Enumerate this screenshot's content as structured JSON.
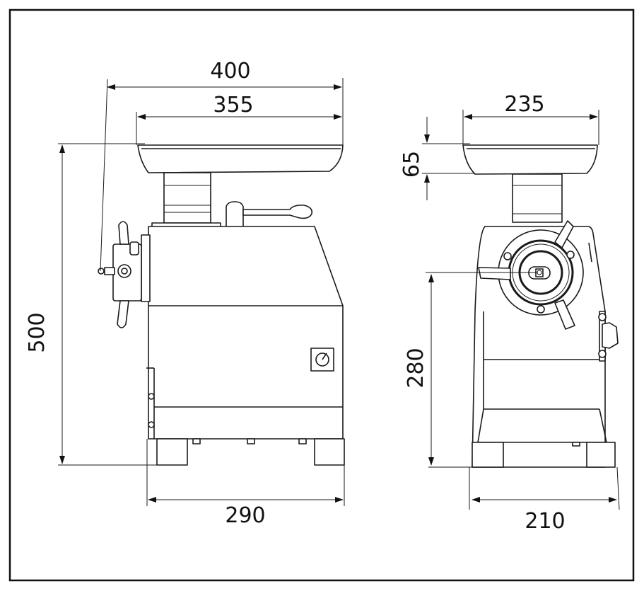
{
  "title": "Meat grinder dimensional drawing",
  "side_view": {
    "overall_width_top": "400",
    "tray_width": "355",
    "height": "500",
    "base_width": "290"
  },
  "front_view": {
    "tray_width": "235",
    "tray_depth": "65",
    "outlet_height": "280",
    "base_width": "210"
  },
  "colors": {
    "line": "#1a1a1a",
    "background": "#ffffff"
  }
}
